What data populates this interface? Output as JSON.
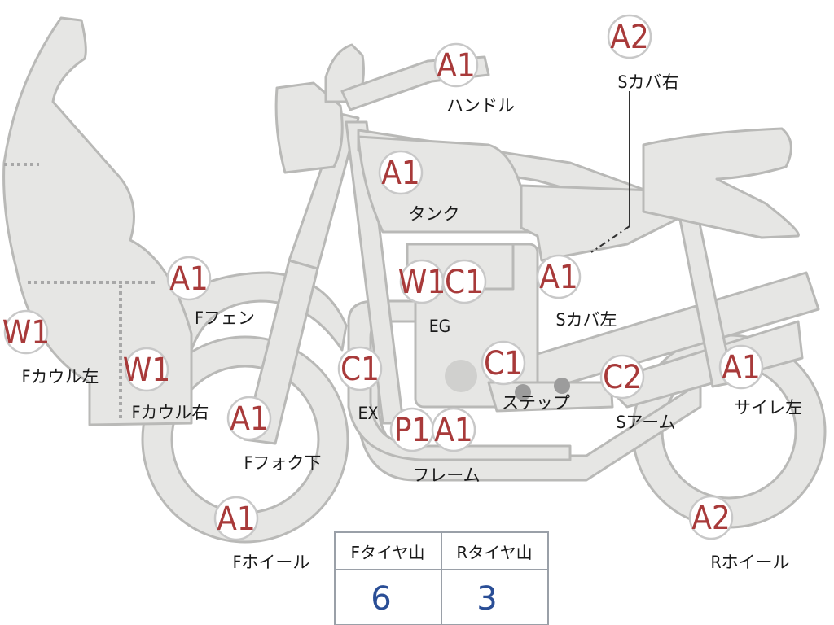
{
  "parts": [
    {
      "id": "handle",
      "grade": "A1",
      "label": "ハンドル"
    },
    {
      "id": "s-cover-right",
      "grade": "A2",
      "label": "Sカバ右"
    },
    {
      "id": "tank",
      "grade": "A1",
      "label": "タンク"
    },
    {
      "id": "f-fender",
      "grade": "A1",
      "label": "Fフェン"
    },
    {
      "id": "engine",
      "grade": "W1",
      "grade2": "C1",
      "label": "EG"
    },
    {
      "id": "s-cover-left",
      "grade": "A1",
      "label": "Sカバ左"
    },
    {
      "id": "f-cowl-left",
      "grade": "W1",
      "label": "Fカウル左"
    },
    {
      "id": "f-cowl-right",
      "grade": "W1",
      "label": "Fカウル右"
    },
    {
      "id": "exhaust",
      "grade": "C1",
      "label": "EX"
    },
    {
      "id": "step",
      "grade": "C1",
      "label": "ステップ"
    },
    {
      "id": "s-arm",
      "grade": "C2",
      "label": "Sアーム"
    },
    {
      "id": "silencer-left",
      "grade": "A1",
      "label": "サイレ左"
    },
    {
      "id": "f-fork-lower",
      "grade": "A1",
      "label": "Fフォク下"
    },
    {
      "id": "frame",
      "grade": "P1",
      "grade2": "A1",
      "label": "フレーム"
    },
    {
      "id": "f-wheel",
      "grade": "A1",
      "label": "Fホイール"
    },
    {
      "id": "r-wheel",
      "grade": "A2",
      "label": "Rホイール"
    }
  ],
  "tire_table": {
    "headers": [
      "Fタイヤ山",
      "Rタイヤ山"
    ],
    "values": [
      "6",
      "3"
    ]
  }
}
